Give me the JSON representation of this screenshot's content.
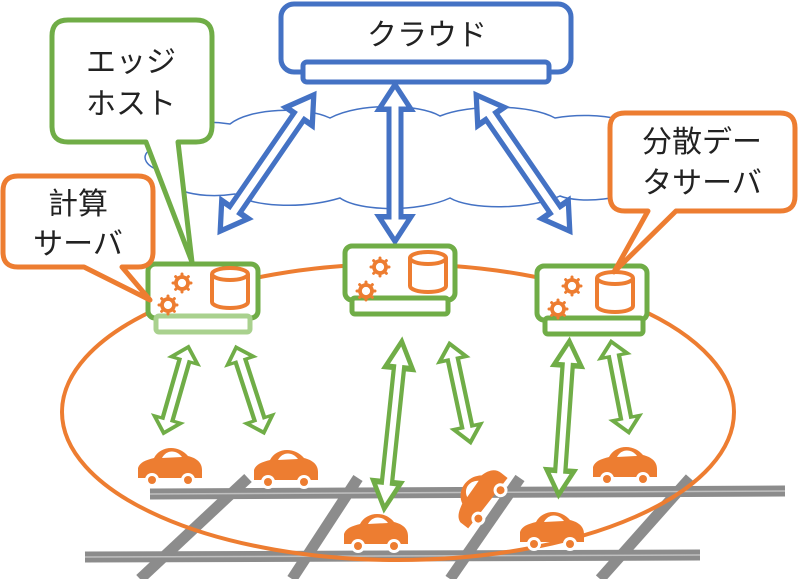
{
  "cloud": {
    "label": "クラウド"
  },
  "callouts": {
    "edge_host": {
      "line1": "エッジ",
      "line2": "ホスト"
    },
    "compute_server": {
      "line1": "計算",
      "line2": "サーバ"
    },
    "data_server": {
      "line1": "分散デー",
      "line2": "タサーバ"
    }
  },
  "colors": {
    "blue": "#4472c4",
    "green": "#70ad47",
    "orange": "#ed7d31",
    "road": "#8c8c8c",
    "callout_fill": "#ffffff"
  },
  "icons": {
    "server": "gear-and-database-icon",
    "car": "car-icon"
  }
}
